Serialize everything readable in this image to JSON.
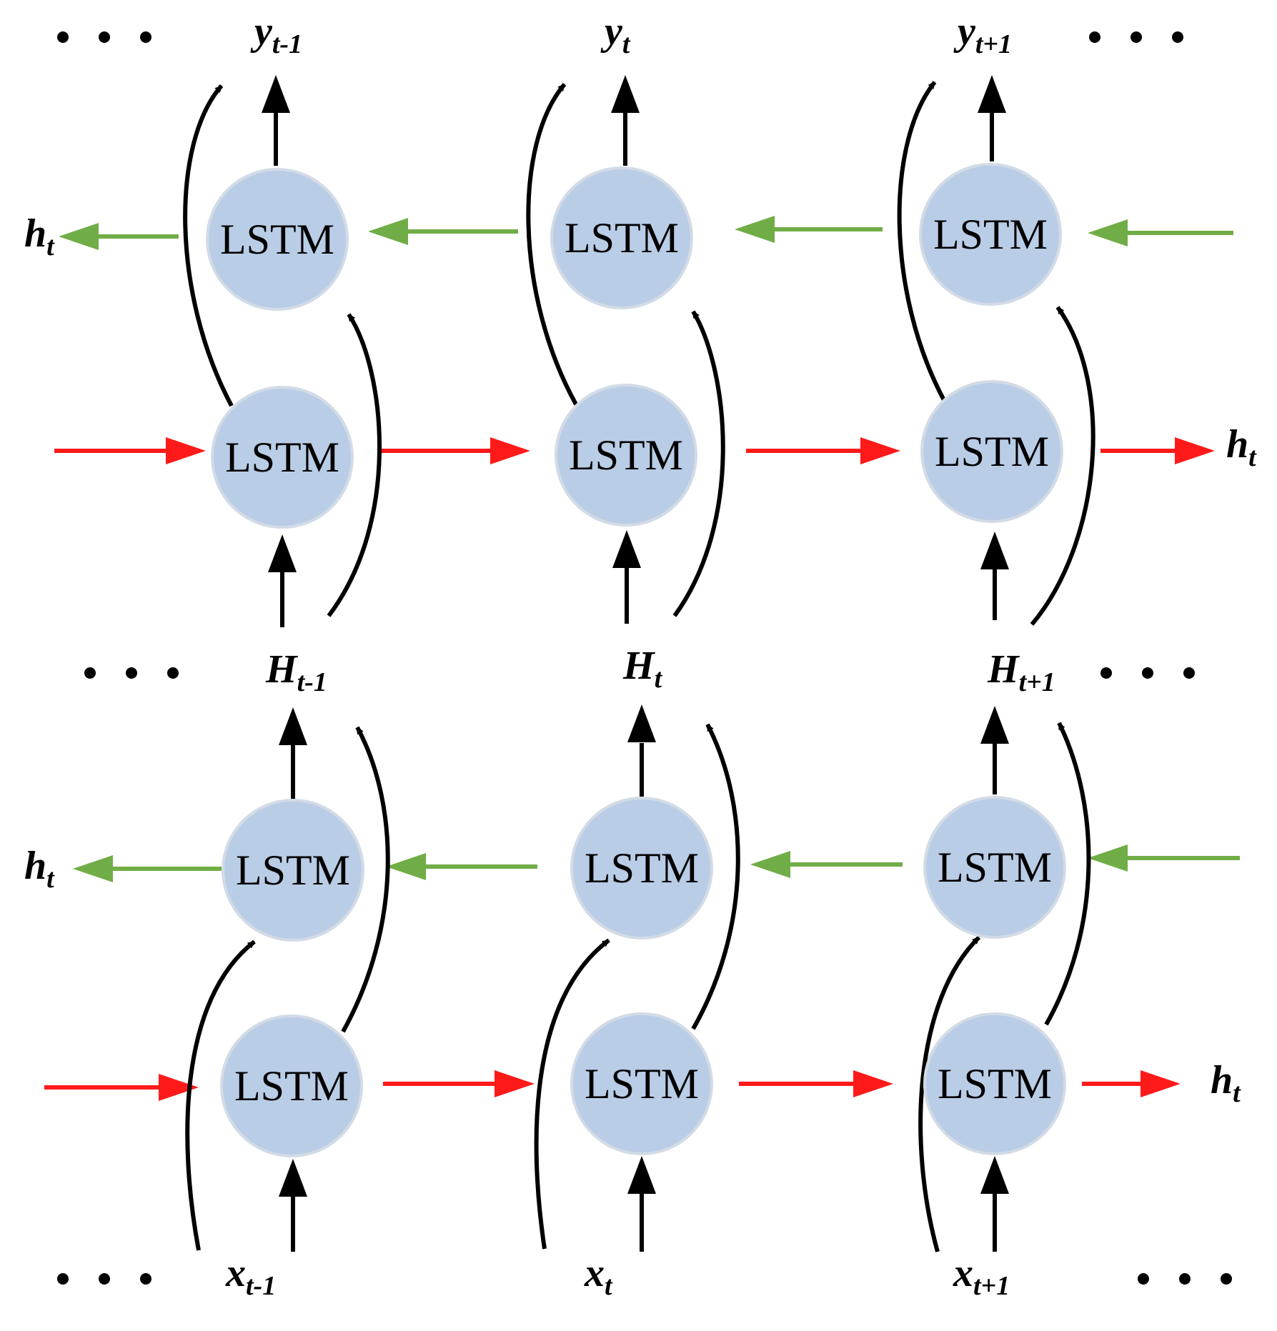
{
  "node_label": "LSTM",
  "colors": {
    "node_fill": "#b9cde6",
    "node_stroke": "#d2dbe6",
    "forward": "#ff1a1a",
    "backward": "#70ad47",
    "connection": "#000000"
  },
  "outputs": [
    {
      "base": "y",
      "sub": "t-1"
    },
    {
      "base": "y",
      "sub": "t"
    },
    {
      "base": "y",
      "sub": "t+1"
    }
  ],
  "hidden": [
    {
      "base": "H",
      "sub": "t-1"
    },
    {
      "base": "H",
      "sub": "t"
    },
    {
      "base": "H",
      "sub": "t+1"
    }
  ],
  "inputs": [
    {
      "base": "x",
      "sub": "t-1"
    },
    {
      "base": "x",
      "sub": "t"
    },
    {
      "base": "x",
      "sub": "t+1"
    }
  ],
  "state_labels": {
    "top_backward": {
      "base": "h",
      "sub": "t"
    },
    "top_forward": {
      "base": "h",
      "sub": "t"
    },
    "bottom_backward": {
      "base": "h",
      "sub": "t"
    },
    "bottom_forward": {
      "base": "h",
      "sub": "t"
    }
  }
}
